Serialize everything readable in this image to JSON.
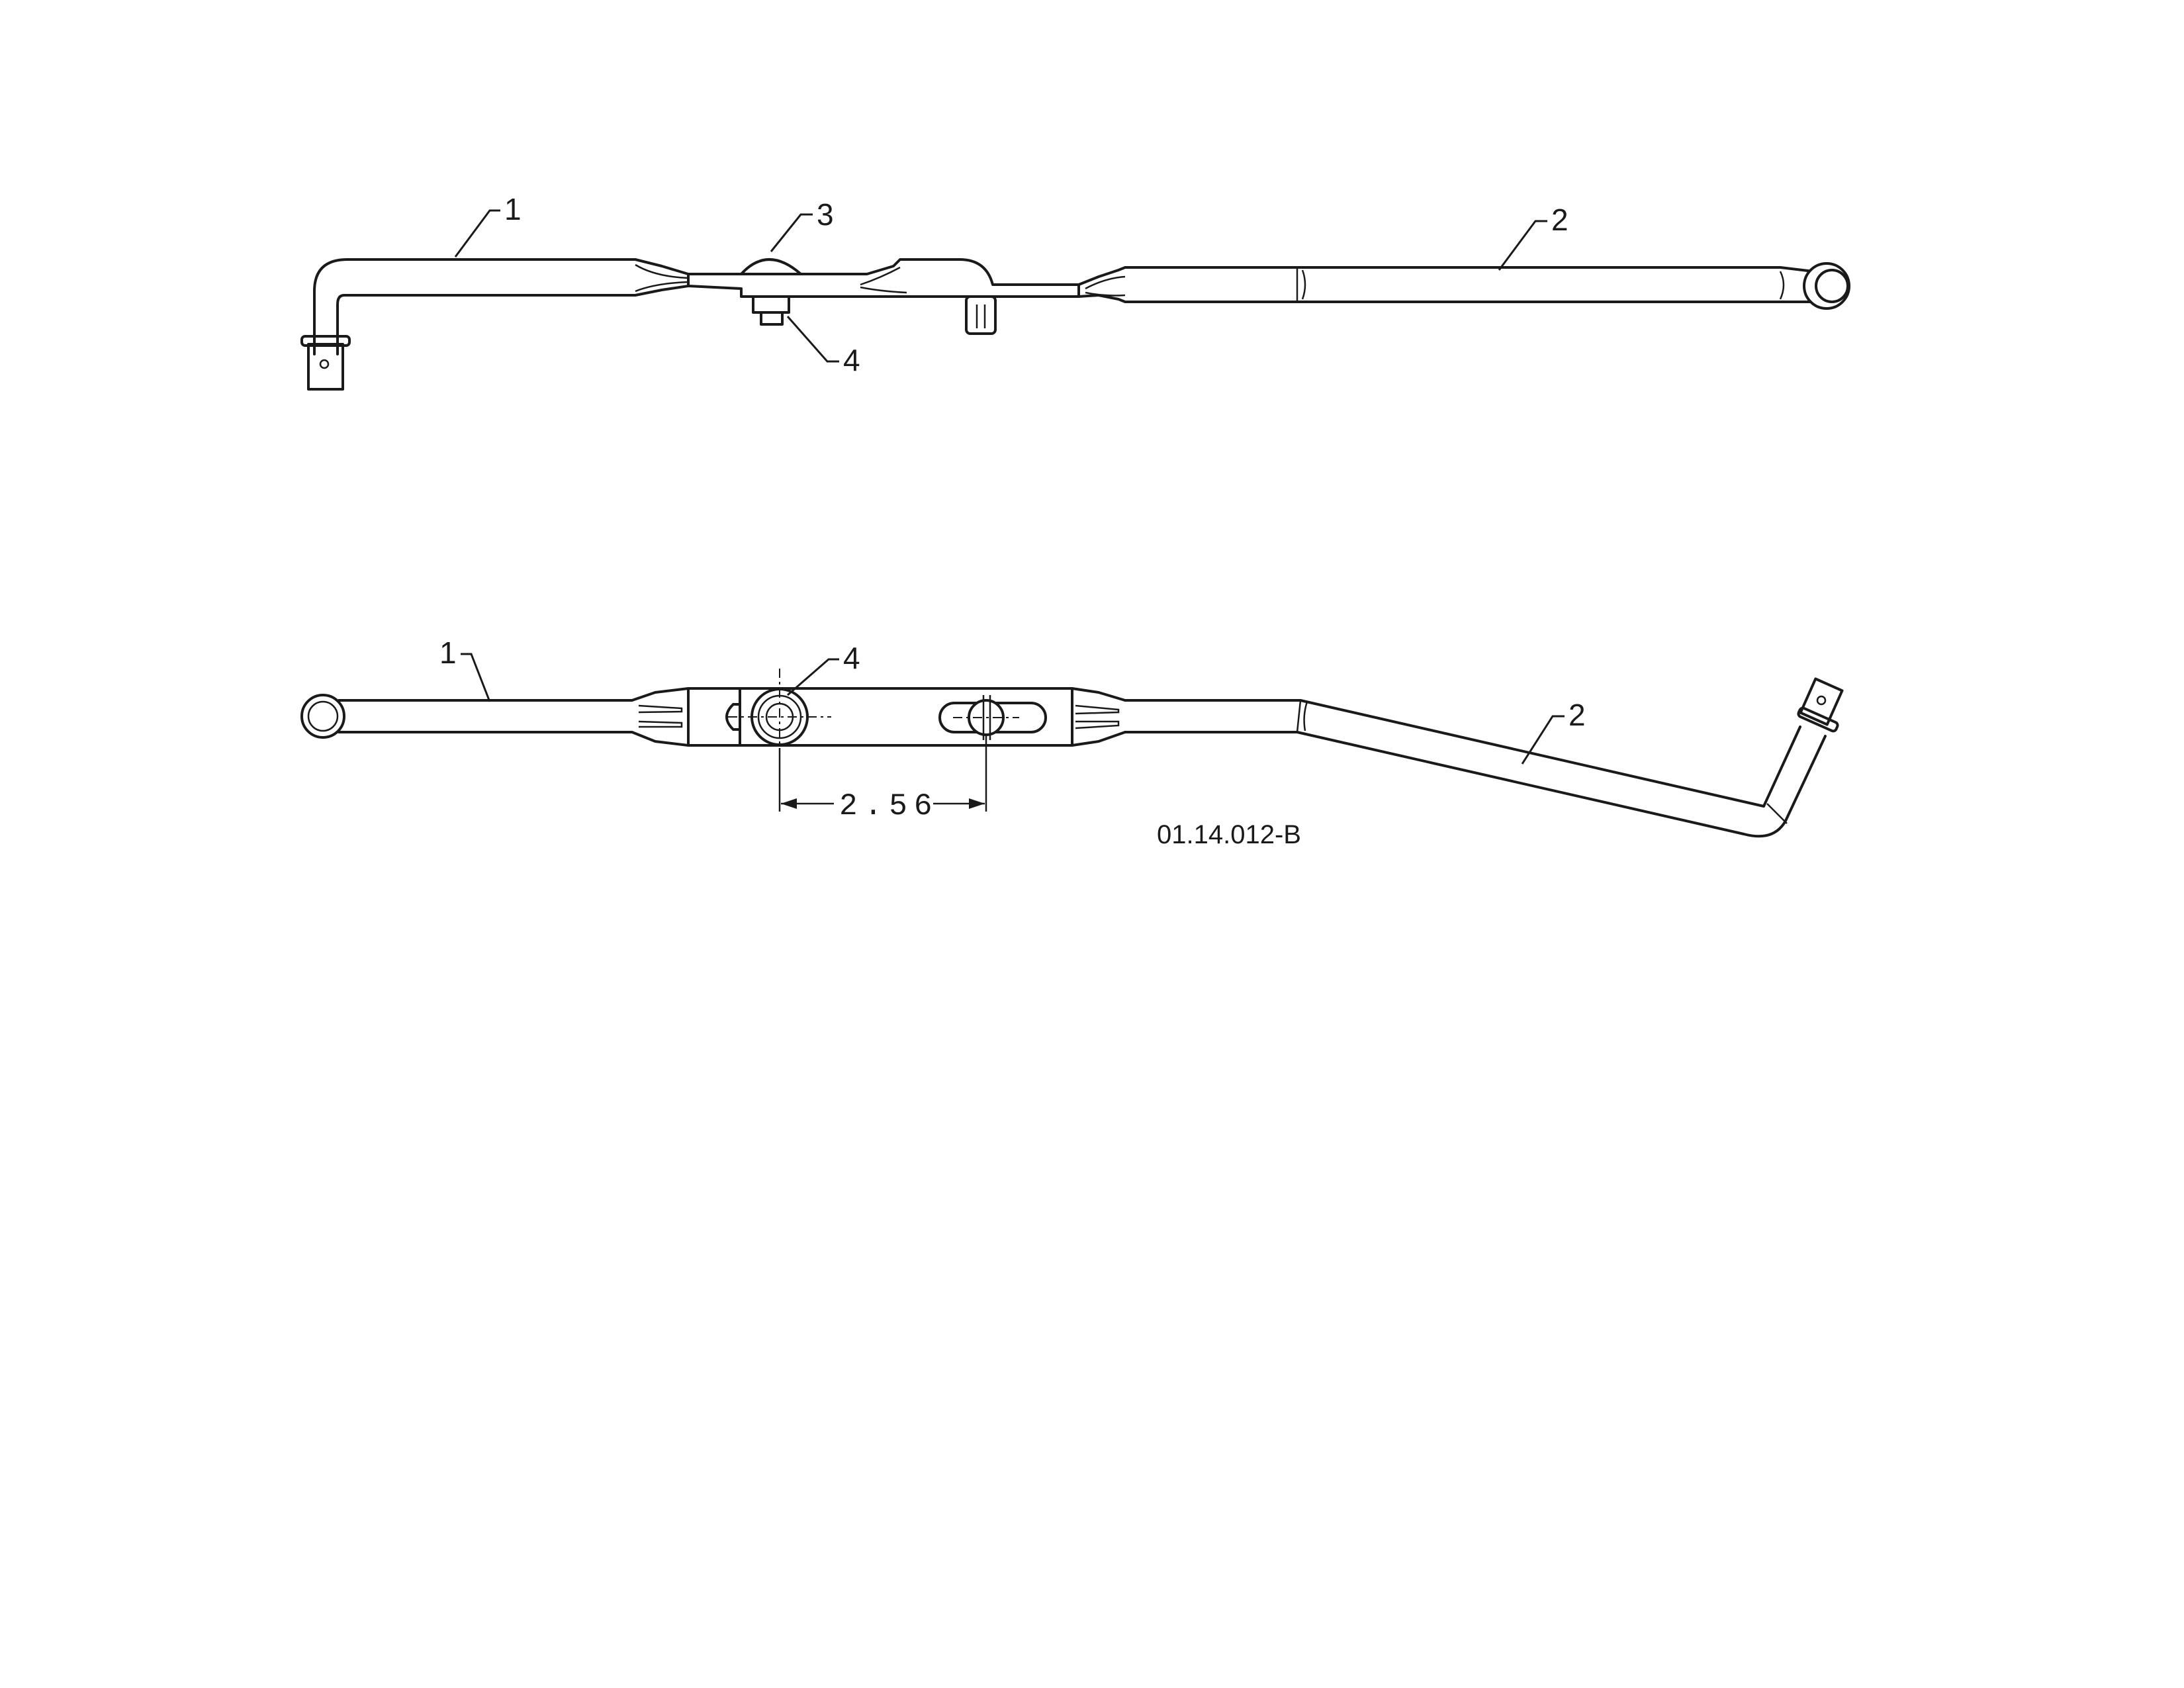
{
  "top_view": {
    "callouts": [
      "1",
      "2",
      "3",
      "4"
    ]
  },
  "bottom_view": {
    "callouts": [
      "1",
      "2",
      "4"
    ],
    "dimension": "2.56"
  },
  "drawing_number": "01.14.012-B"
}
